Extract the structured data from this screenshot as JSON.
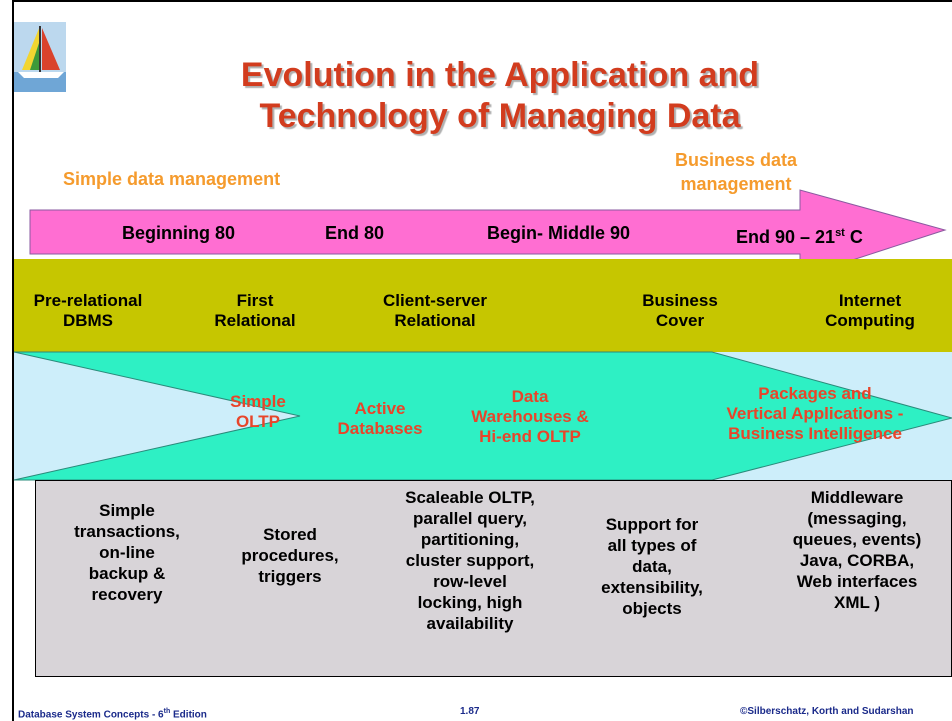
{
  "title": {
    "line1": "Evolution in the Application and",
    "line2": "Technology of Managing Data"
  },
  "labels": {
    "simple": "Simple data management",
    "business_line1": "Business data",
    "business_line2": "management"
  },
  "eras": {
    "e1": "Beginning 80",
    "e2": "End 80",
    "e3": "Begin- Middle 90",
    "e4_main": "End 90 – 21",
    "e4_sup": "st",
    "e4_end": " C"
  },
  "generations": [
    {
      "line1": "Pre-relational",
      "line2": "DBMS"
    },
    {
      "line1": "First",
      "line2": "Relational"
    },
    {
      "line1": "Client-server",
      "line2": "Relational"
    },
    {
      "line1": "Business",
      "line2": "Cover"
    },
    {
      "line1": "Internet",
      "line2": "Computing"
    }
  ],
  "applications": [
    {
      "line1": "Simple",
      "line2": "OLTP"
    },
    {
      "line1": "Active",
      "line2": "Databases"
    },
    {
      "line1": "Data",
      "line2": "Warehouses &",
      "line3": "Hi-end OLTP"
    },
    {
      "line1": "Packages and",
      "line2": "Vertical Applications -",
      "line3": "Business Intelligence"
    }
  ],
  "features": [
    {
      "l1": "Simple",
      "l2": "transactions,",
      "l3": "on-line",
      "l4": "backup &",
      "l5": "recovery"
    },
    {
      "l1": "Stored",
      "l2": "procedures,",
      "l3": "triggers"
    },
    {
      "l1": "Scaleable OLTP,",
      "l2": "parallel query,",
      "l3": "partitioning,",
      "l4": "cluster support,",
      "l5": "row-level",
      "l6": "locking, high",
      "l7": "availability"
    },
    {
      "l1": "Support for",
      "l2": "all types of",
      "l3": "data,",
      "l4": "extensibility,",
      "l5": "objects"
    },
    {
      "l1": "Middleware",
      "l2": "(messaging,",
      "l3": "queues, events)",
      "l4": "Java, CORBA,",
      "l5": "Web interfaces",
      "l6": "XML )"
    }
  ],
  "footer": {
    "left_main": "Database System Concepts - 6",
    "left_sup": "th",
    "left_end": " Edition",
    "center": "1.87",
    "right": "©Silberschatz, Korth and Sudarshan"
  },
  "colors": {
    "title": "#d23c1e",
    "orange_label": "#f59b2d",
    "pink_arrow": "#ff6ed2",
    "olive_band": "#c6c600",
    "teal_arrow": "#2ef0c4",
    "light_band": "#cdeefa",
    "application_text": "#e8452a",
    "gray_box": "#d8d4d8",
    "footer_text": "#1a2a8a"
  }
}
